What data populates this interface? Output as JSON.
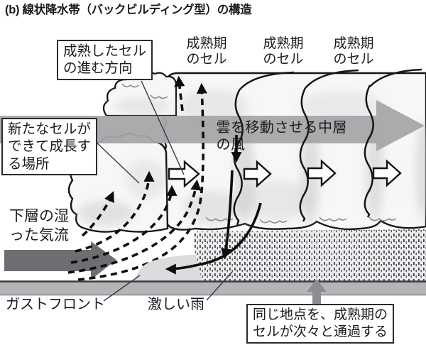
{
  "title": "(b) 線状降水帯（バックビルディング型）の構造",
  "callouts": {
    "mature_cell_direction": "成熟したセル\nの進む方向",
    "new_cell_place": "新たなセルが\nできて成長す\nる場所",
    "same_point_pass": "同じ地点を、成熟期の\nセルが次々と通過する"
  },
  "cell_labels": [
    {
      "label": "成熟期\nのセル"
    },
    {
      "label": "成熟期\nのセル"
    },
    {
      "label": "成熟期\nのセル"
    }
  ],
  "flow_labels": {
    "mid_level_wind": "雲を移動させる中層の風",
    "low_level_moist_flow": "下層の湿\nった気流",
    "gust_front": "ガストフロント",
    "heavy_rain": "激しい雨"
  },
  "icons": {
    "mid_level_wind_arrow": "right-block-arrow",
    "low_level_jet_arrow": "right-block-arrow-dark",
    "cell_propagation_arrows": "white-right-arrows",
    "updraft_arrows": "dashed-curved-up-arrows",
    "downdraft_arrows": "solid-curved-down-arrows",
    "passing_up_arrow": "gray-up-arrow"
  },
  "colors": {
    "mid_level_wind_arrow": "#a6a6aa",
    "low_level_jet_arrow": "#6e6e72",
    "ground_band": "#b5b5b9",
    "cold_pool": "#dcdcdf",
    "rain_dots": "#3c3c40",
    "rain_background": "#ececee",
    "cloud_fill": "#f7f7f7",
    "cloud_outline": "#161616",
    "up_arrow": "#8d8d91",
    "text": "#1b1b1d"
  }
}
